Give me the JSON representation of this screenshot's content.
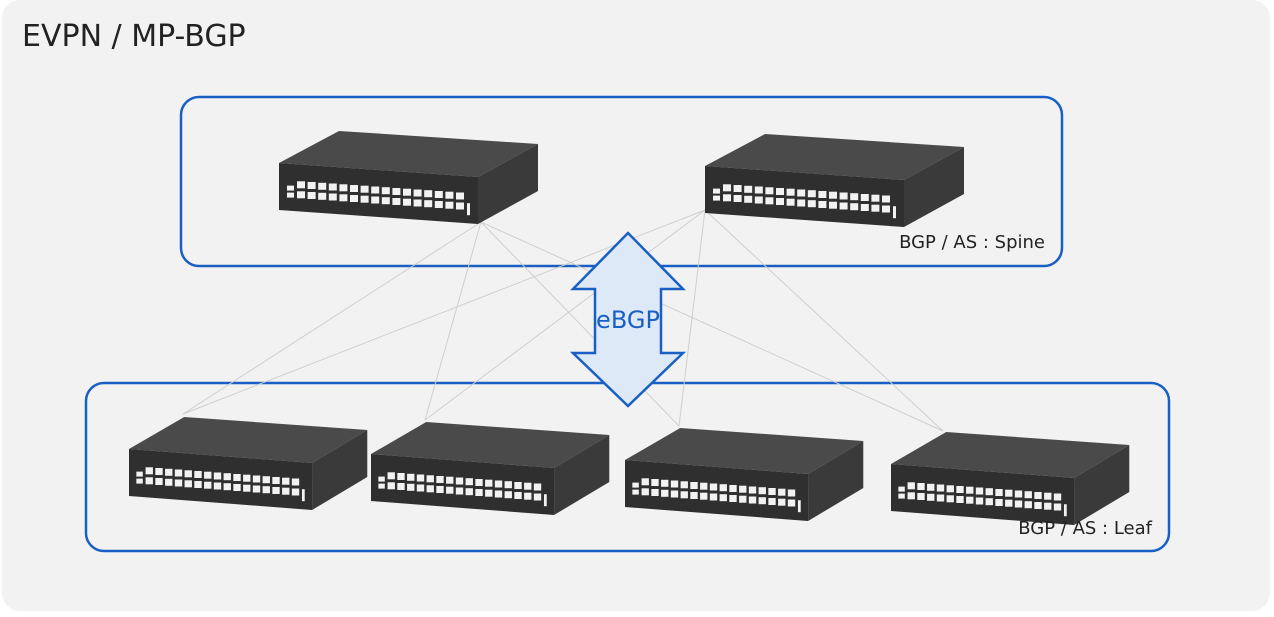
{
  "title": "EVPN / MP-BGP",
  "colors": {
    "panel_background": "#f2f2f2",
    "group_border": "#1a5fc4",
    "arrow_fill": "#dde9f7",
    "arrow_stroke": "#1a5fc4",
    "arrow_text": "#1a5fc4",
    "link_line": "#cfcfcf",
    "switch_top": "#4a4a4a",
    "switch_front": "#2f2f2f",
    "switch_side": "#3a3a3a",
    "switch_port": "#f2f2f2"
  },
  "spine_group": {
    "label": "BGP / AS : Spine",
    "switches": [
      {
        "id": "spine-1",
        "icon": "network-switch-icon"
      },
      {
        "id": "spine-2",
        "icon": "network-switch-icon"
      }
    ]
  },
  "leaf_group": {
    "label": "BGP / AS : Leaf",
    "switches": [
      {
        "id": "leaf-1",
        "icon": "network-switch-icon"
      },
      {
        "id": "leaf-2",
        "icon": "network-switch-icon"
      },
      {
        "id": "leaf-3",
        "icon": "network-switch-icon"
      },
      {
        "id": "leaf-4",
        "icon": "network-switch-icon"
      }
    ]
  },
  "links": [
    {
      "from": "spine-1",
      "to": "leaf-1"
    },
    {
      "from": "spine-1",
      "to": "leaf-2"
    },
    {
      "from": "spine-1",
      "to": "leaf-3"
    },
    {
      "from": "spine-1",
      "to": "leaf-4"
    },
    {
      "from": "spine-2",
      "to": "leaf-1"
    },
    {
      "from": "spine-2",
      "to": "leaf-2"
    },
    {
      "from": "spine-2",
      "to": "leaf-3"
    },
    {
      "from": "spine-2",
      "to": "leaf-4"
    }
  ],
  "protocol_arrow": {
    "label": "eBGP",
    "icon": "double-arrow-icon"
  }
}
